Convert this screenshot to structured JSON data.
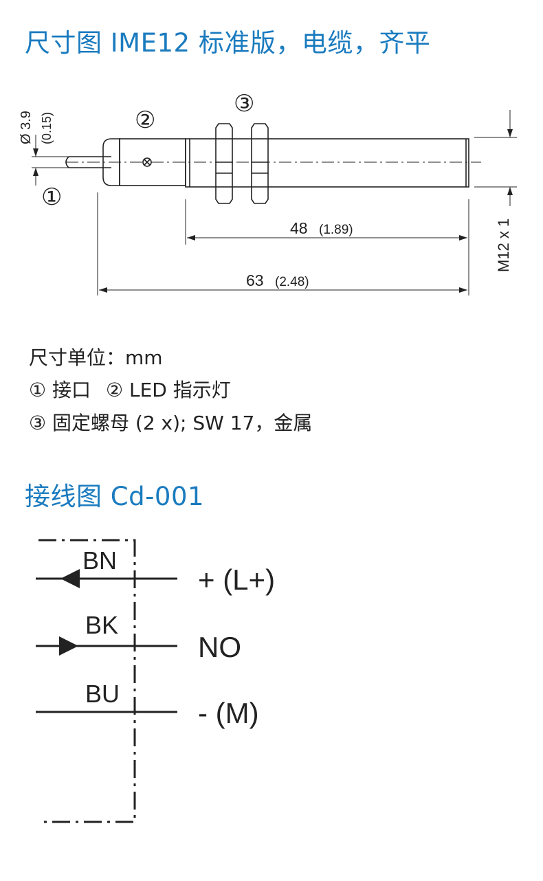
{
  "titles": {
    "dimensions": "尺寸图 IME12 标准版，电缆，齐平",
    "wiring": "接线图 Cd-001"
  },
  "dimension_drawing": {
    "callouts": [
      "①",
      "②",
      "③"
    ],
    "diameter_label": "Ø 3.9",
    "diameter_inch": "(0.15)",
    "length_48": "48",
    "length_48_inch": "(1.89)",
    "length_63": "63",
    "length_63_inch": "(2.48)",
    "thread_label": "M12 x 1"
  },
  "legend": {
    "unit": "尺寸单位：mm",
    "item1": "① 接口",
    "item2": "② LED 指示灯",
    "item3": "③ 固定螺母 (2 x); SW 17，金属"
  },
  "wiring": {
    "wires": [
      {
        "code": "BN",
        "function": "+ (L+)"
      },
      {
        "code": "BK",
        "function": "NO"
      },
      {
        "code": "BU",
        "function": "- (M)"
      }
    ]
  },
  "colors": {
    "heading": "#1a7bbf",
    "line": "#222222"
  }
}
